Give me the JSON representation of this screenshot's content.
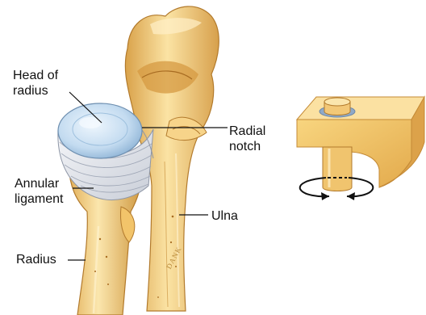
{
  "labels": {
    "head_line1": "Head of",
    "head_line2": "radius",
    "radial_line1": "Radial",
    "radial_line2": "notch",
    "annular_line1": "Annular",
    "annular_line2": "ligament",
    "ulna": "Ulna",
    "radius": "Radius"
  },
  "signature": "DANK",
  "colors": {
    "bone": "#f0c870",
    "bone_light": "#fae3a6",
    "bone_shadow": "#c98f36",
    "cartilage": "#c6dff3",
    "ligament": "#e4e7ee",
    "rotation_arrows": "#111111"
  }
}
